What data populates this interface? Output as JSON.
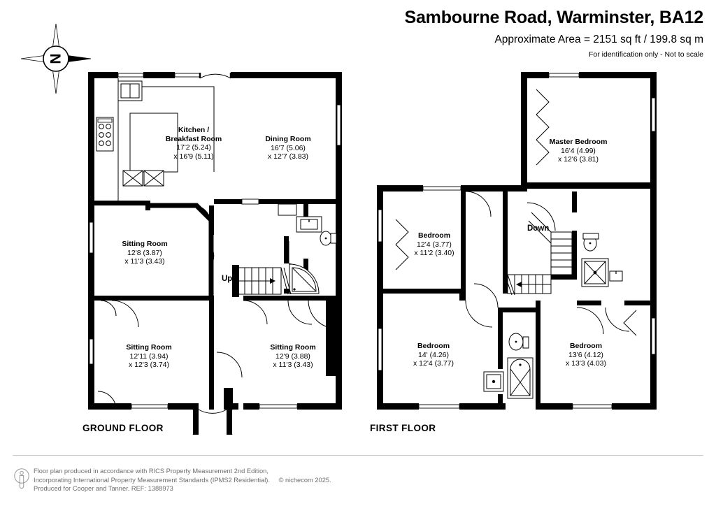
{
  "header": {
    "title": "Sambourne Road, Warminster, BA12",
    "area": "Approximate Area = 2151 sq ft / 199.8 sq m",
    "note": "For identification only - Not to scale"
  },
  "compass": {
    "north_letter": "N"
  },
  "floors": [
    {
      "id": "ground",
      "label": "GROUND FLOOR"
    },
    {
      "id": "first",
      "label": "FIRST FLOOR"
    }
  ],
  "ground_floor": {
    "label": "GROUND FLOOR",
    "rooms": [
      {
        "name_line1": "Kitchen /",
        "name_line2": "Breakfast Room",
        "dim1": "17'2 (5.24)",
        "dim2": "x 16'9 (5.11)"
      },
      {
        "name_line1": "Dining Room",
        "name_line2": "",
        "dim1": "16'7 (5.06)",
        "dim2": "x 12'7 (3.83)"
      },
      {
        "name_line1": "Sitting Room",
        "name_line2": "",
        "dim1": "12'8 (3.87)",
        "dim2": "x 11'3 (3.43)"
      },
      {
        "name_line1": "Sitting Room",
        "name_line2": "",
        "dim1": "12'11 (3.94)",
        "dim2": "x 12'3 (3.74)"
      },
      {
        "name_line1": "Sitting Room",
        "name_line2": "",
        "dim1": "12'9 (3.88)",
        "dim2": "x 11'3 (3.43)"
      }
    ],
    "stair_label": "Up"
  },
  "first_floor": {
    "label": "FIRST FLOOR",
    "rooms": [
      {
        "name_line1": "Master Bedroom",
        "name_line2": "",
        "dim1": "16'4 (4.99)",
        "dim2": "x 12'6 (3.81)"
      },
      {
        "name_line1": "Bedroom",
        "name_line2": "",
        "dim1": "12'4 (3.77)",
        "dim2": "x 11'2 (3.40)"
      },
      {
        "name_line1": "Bedroom",
        "name_line2": "",
        "dim1": "14' (4.26)",
        "dim2": "x 12'4 (3.77)"
      },
      {
        "name_line1": "Bedroom",
        "name_line2": "",
        "dim1": "13'6 (4.12)",
        "dim2": "x 13'3 (4.03)"
      }
    ],
    "stair_label": "Down"
  },
  "footer": {
    "line1": "Floor plan produced in accordance with RICS Property Measurement 2nd Edition,",
    "line2": "Incorporating International Property Measurement Standards (IPMS2 Residential).",
    "copyright": "© nichecom 2025.",
    "line3": "Produced for Cooper and Tanner.   REF: 1388973"
  },
  "colors": {
    "wall": "#000000",
    "background": "#ffffff",
    "footer_text": "#6d6d6d",
    "rule": "#c9c9c9"
  }
}
